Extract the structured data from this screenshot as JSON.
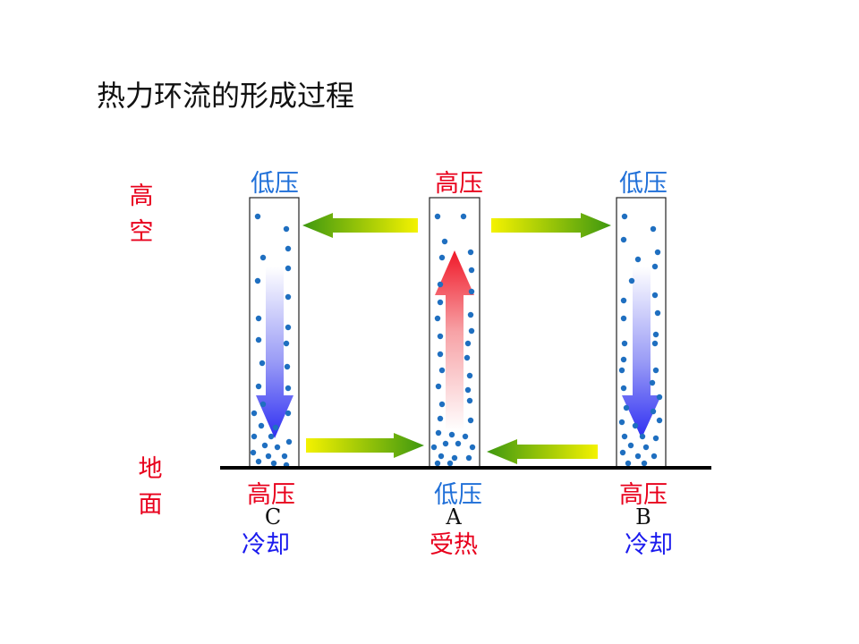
{
  "title": "热力环流的形成过程",
  "altitude": {
    "high": [
      "高",
      "空"
    ],
    "ground": [
      "地",
      "面"
    ]
  },
  "top_labels": {
    "C": "低压",
    "A": "高压",
    "B": "低压"
  },
  "bottom_labels": {
    "C": "高压",
    "A": "低压",
    "B": "高压"
  },
  "columns": {
    "C": {
      "letter": "C",
      "condition": "冷却"
    },
    "A": {
      "letter": "A",
      "condition": "受热"
    },
    "B": {
      "letter": "B",
      "condition": "冷却"
    }
  },
  "colors": {
    "red": "#e8001c",
    "blue": "#1f6fd8",
    "condition_blue": "#1a1aee",
    "dots": "#1f6fc0",
    "ground_line": "#000000"
  }
}
